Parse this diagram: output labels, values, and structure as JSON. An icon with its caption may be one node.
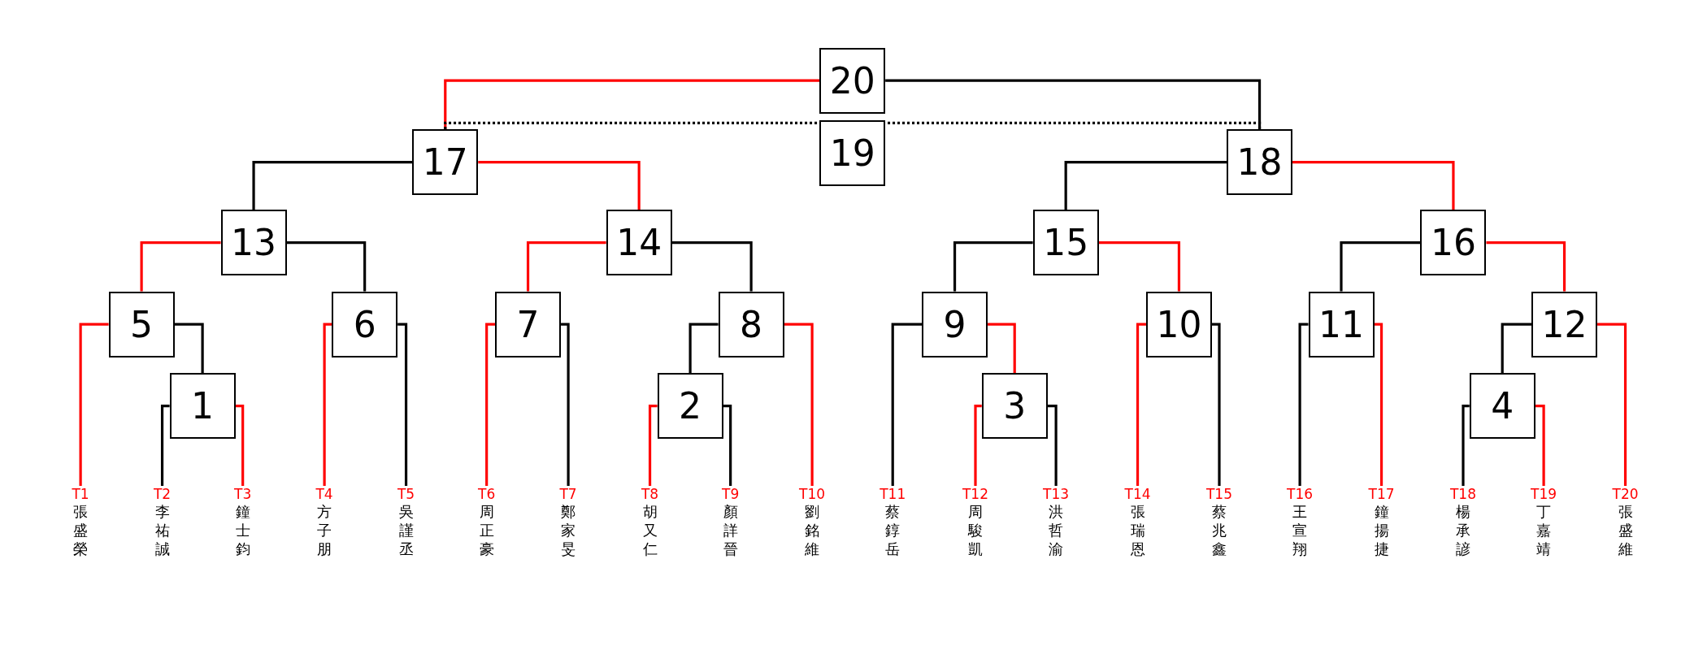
{
  "diagram": {
    "nodes": [
      {
        "text": [
          "1"
        ]
      },
      {
        "text": [
          "2"
        ]
      },
      {
        "text": [
          "3"
        ]
      },
      {
        "text": [
          "4"
        ]
      },
      {
        "text": [
          "5"
        ]
      },
      {
        "text": [
          "6"
        ]
      },
      {
        "text": [
          "7"
        ]
      },
      {
        "text": [
          "8"
        ]
      },
      {
        "text": [
          "9"
        ]
      },
      {
        "text": [
          "10"
        ]
      },
      {
        "text": [
          "11"
        ]
      },
      {
        "text": [
          "12"
        ]
      },
      {
        "text": [
          "13"
        ]
      },
      {
        "text": [
          "14"
        ]
      },
      {
        "text": [
          "15"
        ]
      },
      {
        "text": [
          "16"
        ]
      },
      {
        "text": [
          "17"
        ]
      },
      {
        "text": [
          "18"
        ]
      },
      {
        "text": [
          "19"
        ]
      },
      {
        "text": [
          "20"
        ]
      },
      {
        "text": [
          "T1",
          "張盛榮"
        ]
      },
      {
        "text": [
          "T2",
          "李祐誠"
        ]
      },
      {
        "text": [
          "T3",
          "鐘士鈞"
        ]
      },
      {
        "text": [
          "T4",
          "方子朋"
        ]
      },
      {
        "text": [
          "T5",
          "吳謹丞"
        ]
      },
      {
        "text": [
          "T6",
          "周正豪"
        ]
      },
      {
        "text": [
          "T7",
          "鄭家旻"
        ]
      },
      {
        "text": [
          "T8",
          "胡又仁"
        ]
      },
      {
        "text": [
          "T9",
          "顏詳晉"
        ]
      },
      {
        "text": [
          "T10",
          "劉銘維"
        ]
      },
      {
        "text": [
          "T11",
          "蔡錞岳"
        ]
      },
      {
        "text": [
          "T12",
          "周駿凱"
        ]
      },
      {
        "text": [
          "T13",
          "洪哲渝"
        ]
      },
      {
        "text": [
          "T14",
          "張瑞恩"
        ]
      },
      {
        "text": [
          "T15",
          "蔡兆鑫"
        ]
      },
      {
        "text": [
          "T16",
          "王宣翔"
        ]
      },
      {
        "text": [
          "T17",
          "鐘揚捷"
        ]
      },
      {
        "text": [
          "T18",
          "楊承諺"
        ]
      },
      {
        "text": [
          "T19",
          "丁嘉靖"
        ]
      },
      {
        "text": [
          "T20",
          "張盛維"
        ]
      }
    ],
    "edges": [
      {
        "from": 0,
        "to": 21,
        "arrow": "none"
      },
      {
        "from": 0,
        "to": 22,
        "arrow": "none",
        "color": "#ff0000"
      },
      {
        "from": 4,
        "to": 20,
        "arrow": "none",
        "color": "#ff0000"
      },
      {
        "from": 4,
        "to": 0,
        "arrow": "none"
      },
      {
        "from": 5,
        "to": 23,
        "arrow": "none",
        "color": "#ff0000"
      },
      {
        "from": 5,
        "to": 24,
        "arrow": "none"
      },
      {
        "from": 6,
        "to": 25,
        "arrow": "none",
        "color": "#ff0000"
      },
      {
        "from": 6,
        "to": 26,
        "arrow": "none"
      },
      {
        "from": 1,
        "to": 27,
        "arrow": "none",
        "color": "#ff0000"
      },
      {
        "from": 1,
        "to": 28,
        "arrow": "none"
      },
      {
        "from": 7,
        "to": 1,
        "arrow": "none"
      },
      {
        "from": 7,
        "to": 29,
        "arrow": "none",
        "color": "#ff0000"
      },
      {
        "from": 8,
        "to": 30,
        "arrow": "none"
      },
      {
        "from": 8,
        "to": 2,
        "arrow": "none",
        "color": "#ff0000"
      },
      {
        "from": 2,
        "to": 31,
        "arrow": "none",
        "color": "#ff0000"
      },
      {
        "from": 2,
        "to": 32,
        "arrow": "none"
      },
      {
        "from": 9,
        "to": 33,
        "arrow": "none",
        "color": "#ff0000"
      },
      {
        "from": 9,
        "to": 34,
        "arrow": "none"
      },
      {
        "from": 10,
        "to": 35,
        "arrow": "none"
      },
      {
        "from": 10,
        "to": 36,
        "arrow": "none",
        "color": "#ff0000"
      },
      {
        "from": 3,
        "to": 37,
        "arrow": "none"
      },
      {
        "from": 3,
        "to": 38,
        "arrow": "none",
        "color": "#ff0000"
      },
      {
        "from": 11,
        "to": 3,
        "arrow": "none"
      },
      {
        "from": 11,
        "to": 39,
        "arrow": "none",
        "color": "#ff0000"
      },
      {
        "from": 12,
        "to": 4,
        "arrow": "none",
        "color": "#ff0000"
      },
      {
        "from": 12,
        "to": 5,
        "arrow": "none"
      },
      {
        "from": 13,
        "to": 6,
        "arrow": "none",
        "color": "#ff0000"
      },
      {
        "from": 13,
        "to": 7,
        "arrow": "none"
      },
      {
        "from": 14,
        "to": 8,
        "arrow": "none"
      },
      {
        "from": 14,
        "to": 9,
        "arrow": "none",
        "color": "#ff0000"
      },
      {
        "from": 15,
        "to": 10,
        "arrow": "none"
      },
      {
        "from": 15,
        "to": 11,
        "arrow": "none",
        "color": "#ff0000"
      },
      {
        "from": 16,
        "to": 12,
        "arrow": "none"
      },
      {
        "from": 16,
        "to": 13,
        "arrow": "none",
        "color": "#ff0000"
      },
      {
        "from": 17,
        "to": 14,
        "arrow": "none"
      },
      {
        "from": 17,
        "to": 15,
        "arrow": "none",
        "color": "#ff0000"
      },
      {
        "from": 19,
        "to": 16,
        "arrow": "none",
        "color": "#ff0000"
      },
      {
        "from": 19,
        "to": 17,
        "arrow": "none"
      },
      {
        "from": 16,
        "to": 17,
        "arrow": "none",
        "style": "dashed"
      }
    ]
  }
}
